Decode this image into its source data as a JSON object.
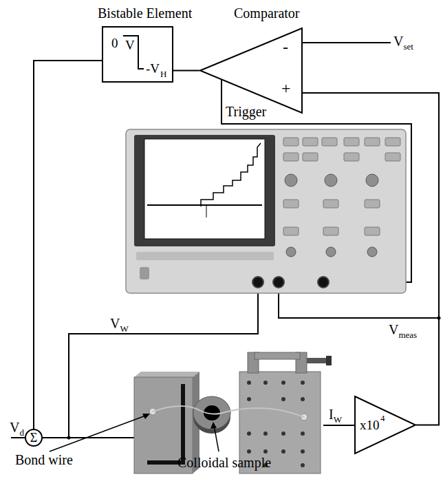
{
  "diagram": {
    "nodes": [
      {
        "text": [
          "Bistable Element",
          "0",
          "V",
          "-V",
          "H"
        ]
      },
      {
        "text": [
          "Comparator",
          "-",
          "+"
        ]
      },
      {
        "text": [
          "Σ"
        ]
      },
      {
        "text": [
          "x10",
          "4"
        ]
      }
    ],
    "edges": [
      {
        "from": 1,
        "to": 0,
        "arrow": "none"
      },
      {
        "from": 0,
        "to": 2,
        "arrow": "none"
      },
      {
        "from": 3,
        "to": 1,
        "arrow": "none"
      }
    ],
    "labels": [
      "V",
      "set",
      "Trigger",
      "V",
      "W",
      "V",
      "meas",
      "V",
      "d",
      "I",
      "W",
      "Bond wire",
      "Colloidal sample"
    ]
  }
}
